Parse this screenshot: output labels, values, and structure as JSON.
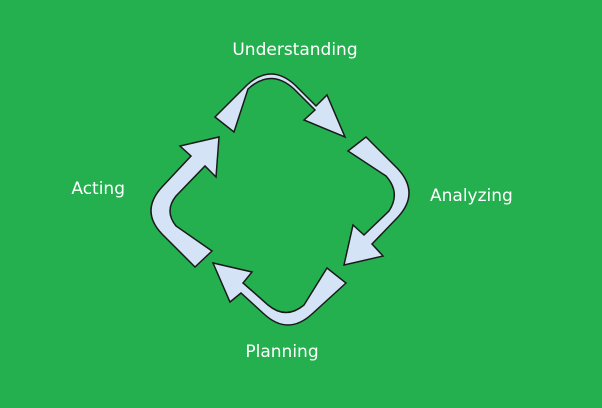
{
  "diagram": {
    "background_color": "#24b04f",
    "arrow_fill": "#d4e4f6",
    "arrow_stroke": "#1a1a1a",
    "label_color": "#ffffff",
    "stages": [
      {
        "id": "understanding",
        "label": "Understanding"
      },
      {
        "id": "analyzing",
        "label": "Analyzing"
      },
      {
        "id": "planning",
        "label": "Planning"
      },
      {
        "id": "acting",
        "label": "Acting"
      }
    ]
  }
}
